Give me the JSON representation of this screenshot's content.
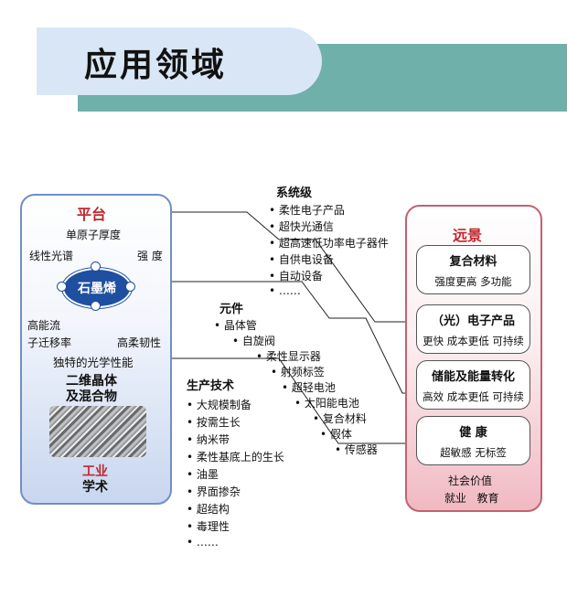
{
  "header": {
    "title": "应用领域"
  },
  "platform": {
    "title": "平台",
    "items": [
      "单原子厚度",
      "线性光谱",
      "强 度",
      "高能流",
      "子迁移率",
      "高柔韧性",
      "独特的光学性能"
    ],
    "center": "石墨烯",
    "sub_title_line1": "二维晶体",
    "sub_title_line2": "及混合物",
    "footer_line1": "工业",
    "footer_line2": "学术"
  },
  "system_level": {
    "title": "系统级",
    "items": [
      "柔性电子产品",
      "超快光通信",
      "超高速低功率电子器件",
      "自供电设备",
      "自动设备",
      "……"
    ]
  },
  "components": {
    "title": "元件",
    "items": [
      "晶体管",
      "自旋阀",
      "柔性显示器",
      "射频标签",
      "超轻电池",
      "太阳能电池",
      "复合材料",
      "假体",
      "传感器"
    ]
  },
  "production": {
    "title": "生产技术",
    "items": [
      "大规模制备",
      "按需生长",
      "纳米带",
      "柔性基底上的生长",
      "油墨",
      "界面掺杂",
      "超结构",
      "毒理性",
      "……"
    ]
  },
  "vision": {
    "title": "远景",
    "boxes": [
      {
        "title": "复合材料",
        "sub": "强度更高  多功能"
      },
      {
        "title": "（光）电子产品",
        "sub": "更快 成本更低 可持续"
      },
      {
        "title": "储能及能量转化",
        "sub": "高效 成本更低 可持续"
      },
      {
        "title": "健 康",
        "sub": "超敏感 无标签"
      }
    ],
    "social_value": "社会价值",
    "social_items": "就业   教育"
  }
}
